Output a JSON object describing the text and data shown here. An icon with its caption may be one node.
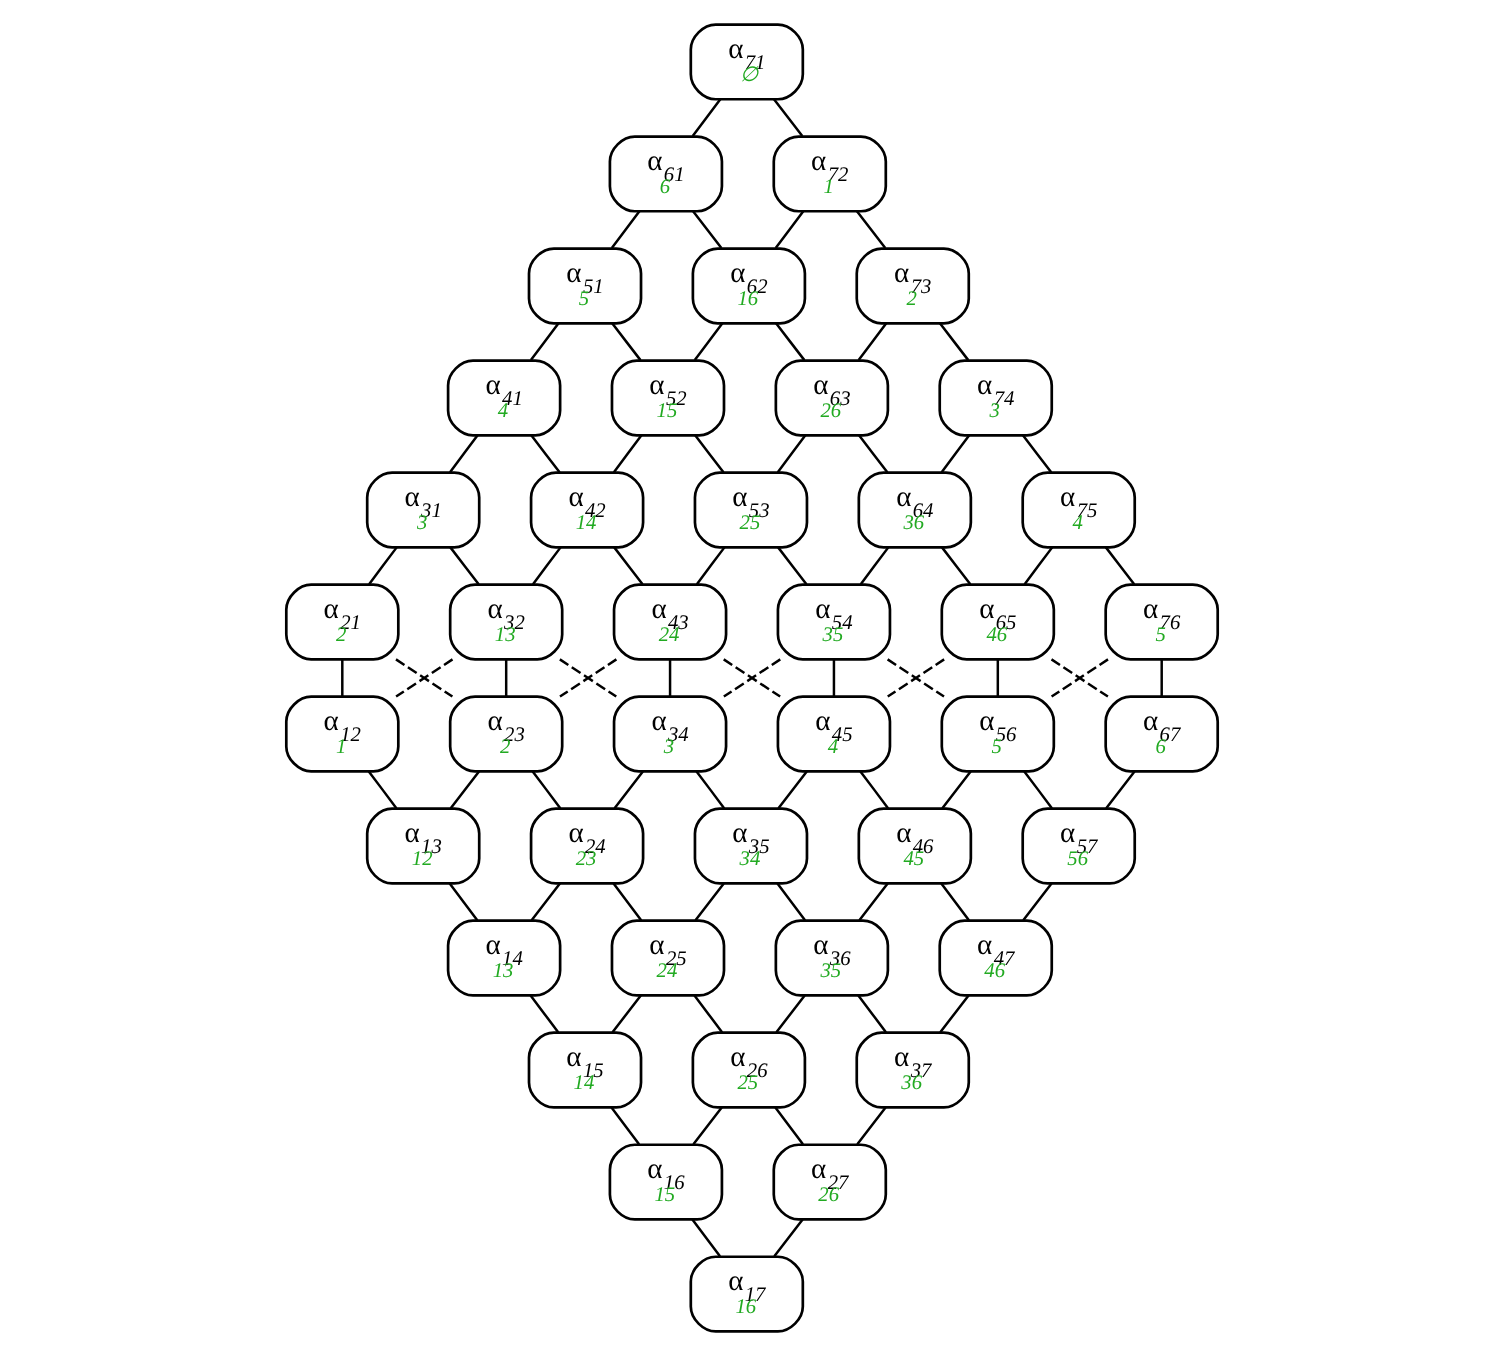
{
  "diagram": {
    "nodes": [
      {
        "text": [
          "α$_{71}$",
          "∅"
        ]
      },
      {
        "text": [
          "α$_{61}$",
          "6"
        ]
      },
      {
        "text": [
          "α$_{72}$",
          "1"
        ]
      },
      {
        "text": [
          "α$_{51}$",
          "5"
        ]
      },
      {
        "text": [
          "α$_{62}$",
          "16"
        ]
      },
      {
        "text": [
          "α$_{73}$",
          "2"
        ]
      },
      {
        "text": [
          "α$_{41}$",
          "4"
        ]
      },
      {
        "text": [
          "α$_{52}$",
          "15"
        ]
      },
      {
        "text": [
          "α$_{63}$",
          "26"
        ]
      },
      {
        "text": [
          "α$_{74}$",
          "3"
        ]
      },
      {
        "text": [
          "α$_{31}$",
          "3"
        ]
      },
      {
        "text": [
          "α$_{42}$",
          "14"
        ]
      },
      {
        "text": [
          "α$_{53}$",
          "25"
        ]
      },
      {
        "text": [
          "α$_{64}$",
          "36"
        ]
      },
      {
        "text": [
          "α$_{75}$",
          "4"
        ]
      },
      {
        "text": [
          "α$_{21}$",
          "2"
        ]
      },
      {
        "text": [
          "α$_{32}$",
          "13"
        ]
      },
      {
        "text": [
          "α$_{43}$",
          "24"
        ]
      },
      {
        "text": [
          "α$_{54}$",
          "35"
        ]
      },
      {
        "text": [
          "α$_{65}$",
          "46"
        ]
      },
      {
        "text": [
          "α$_{76}$",
          "5"
        ]
      },
      {
        "text": [
          "α$_{12}$",
          "1"
        ]
      },
      {
        "text": [
          "α$_{23}$",
          "2"
        ]
      },
      {
        "text": [
          "α$_{34}$",
          "3"
        ]
      },
      {
        "text": [
          "α$_{45}$",
          "4"
        ]
      },
      {
        "text": [
          "α$_{56}$",
          "5"
        ]
      },
      {
        "text": [
          "α$_{67}$",
          "6"
        ]
      },
      {
        "text": [
          "α$_{13}$",
          "12"
        ]
      },
      {
        "text": [
          "α$_{24}$",
          "23"
        ]
      },
      {
        "text": [
          "α$_{35}$",
          "34"
        ]
      },
      {
        "text": [
          "α$_{46}$",
          "45"
        ]
      },
      {
        "text": [
          "α$_{57}$",
          "56"
        ]
      },
      {
        "text": [
          "α$_{14}$",
          "13"
        ]
      },
      {
        "text": [
          "α$_{25}$",
          "24"
        ]
      },
      {
        "text": [
          "α$_{36}$",
          "35"
        ]
      },
      {
        "text": [
          "α$_{47}$",
          "46"
        ]
      },
      {
        "text": [
          "α$_{15}$",
          "14"
        ]
      },
      {
        "text": [
          "α$_{26}$",
          "25"
        ]
      },
      {
        "text": [
          "α$_{37}$",
          "36"
        ]
      },
      {
        "text": [
          "α$_{16}$",
          "15"
        ]
      },
      {
        "text": [
          "α$_{27}$",
          "26"
        ]
      },
      {
        "text": [
          "α$_{17}$",
          "16"
        ]
      }
    ],
    "edges": [
      {
        "from": 0,
        "to": 1,
        "arrow": "none"
      },
      {
        "from": 0,
        "to": 2,
        "arrow": "none"
      },
      {
        "from": 1,
        "to": 3,
        "arrow": "none"
      },
      {
        "from": 1,
        "to": 4,
        "arrow": "none"
      },
      {
        "from": 2,
        "to": 4,
        "arrow": "none"
      },
      {
        "from": 2,
        "to": 5,
        "arrow": "none"
      },
      {
        "from": 3,
        "to": 6,
        "arrow": "none"
      },
      {
        "from": 3,
        "to": 7,
        "arrow": "none"
      },
      {
        "from": 4,
        "to": 7,
        "arrow": "none"
      },
      {
        "from": 4,
        "to": 8,
        "arrow": "none"
      },
      {
        "from": 5,
        "to": 8,
        "arrow": "none"
      },
      {
        "from": 5,
        "to": 9,
        "arrow": "none"
      },
      {
        "from": 6,
        "to": 10,
        "arrow": "none"
      },
      {
        "from": 6,
        "to": 11,
        "arrow": "none"
      },
      {
        "from": 7,
        "to": 11,
        "arrow": "none"
      },
      {
        "from": 7,
        "to": 12,
        "arrow": "none"
      },
      {
        "from": 8,
        "to": 12,
        "arrow": "none"
      },
      {
        "from": 8,
        "to": 13,
        "arrow": "none"
      },
      {
        "from": 9,
        "to": 13,
        "arrow": "none"
      },
      {
        "from": 9,
        "to": 14,
        "arrow": "none"
      },
      {
        "from": 10,
        "to": 15,
        "arrow": "none"
      },
      {
        "from": 10,
        "to": 16,
        "arrow": "none"
      },
      {
        "from": 11,
        "to": 16,
        "arrow": "none"
      },
      {
        "from": 11,
        "to": 17,
        "arrow": "none"
      },
      {
        "from": 12,
        "to": 17,
        "arrow": "none"
      },
      {
        "from": 12,
        "to": 18,
        "arrow": "none"
      },
      {
        "from": 13,
        "to": 18,
        "arrow": "none"
      },
      {
        "from": 13,
        "to": 19,
        "arrow": "none"
      },
      {
        "from": 14,
        "to": 19,
        "arrow": "none"
      },
      {
        "from": 14,
        "to": 20,
        "arrow": "none"
      },
      {
        "from": 15,
        "to": 21,
        "arrow": "none"
      },
      {
        "from": 16,
        "to": 22,
        "arrow": "none"
      },
      {
        "from": 17,
        "to": 23,
        "arrow": "none"
      },
      {
        "from": 18,
        "to": 24,
        "arrow": "none"
      },
      {
        "from": 19,
        "to": 25,
        "arrow": "none"
      },
      {
        "from": 20,
        "to": 26,
        "arrow": "none"
      },
      {
        "from": 15,
        "to": 22,
        "arrow": "none",
        "style": "dashed"
      },
      {
        "from": 16,
        "to": 21,
        "arrow": "none",
        "style": "dashed"
      },
      {
        "from": 16,
        "to": 23,
        "arrow": "none",
        "style": "dashed"
      },
      {
        "from": 17,
        "to": 22,
        "arrow": "none",
        "style": "dashed"
      },
      {
        "from": 17,
        "to": 24,
        "arrow": "none",
        "style": "dashed"
      },
      {
        "from": 18,
        "to": 23,
        "arrow": "none",
        "style": "dashed"
      },
      {
        "from": 18,
        "to": 25,
        "arrow": "none",
        "style": "dashed"
      },
      {
        "from": 19,
        "to": 24,
        "arrow": "none",
        "style": "dashed"
      },
      {
        "from": 19,
        "to": 26,
        "arrow": "none",
        "style": "dashed"
      },
      {
        "from": 20,
        "to": 25,
        "arrow": "none",
        "style": "dashed"
      },
      {
        "from": 21,
        "to": 27,
        "arrow": "none"
      },
      {
        "from": 22,
        "to": 27,
        "arrow": "none"
      },
      {
        "from": 22,
        "to": 28,
        "arrow": "none"
      },
      {
        "from": 23,
        "to": 28,
        "arrow": "none"
      },
      {
        "from": 23,
        "to": 29,
        "arrow": "none"
      },
      {
        "from": 24,
        "to": 29,
        "arrow": "none"
      },
      {
        "from": 24,
        "to": 30,
        "arrow": "none"
      },
      {
        "from": 25,
        "to": 30,
        "arrow": "none"
      },
      {
        "from": 25,
        "to": 31,
        "arrow": "none"
      },
      {
        "from": 26,
        "to": 31,
        "arrow": "none"
      },
      {
        "from": 27,
        "to": 32,
        "arrow": "none"
      },
      {
        "from": 28,
        "to": 32,
        "arrow": "none"
      },
      {
        "from": 28,
        "to": 33,
        "arrow": "none"
      },
      {
        "from": 29,
        "to": 33,
        "arrow": "none"
      },
      {
        "from": 29,
        "to": 34,
        "arrow": "none"
      },
      {
        "from": 30,
        "to": 34,
        "arrow": "none"
      },
      {
        "from": 30,
        "to": 35,
        "arrow": "none"
      },
      {
        "from": 31,
        "to": 35,
        "arrow": "none"
      },
      {
        "from": 32,
        "to": 36,
        "arrow": "none"
      },
      {
        "from": 33,
        "to": 36,
        "arrow": "none"
      },
      {
        "from": 33,
        "to": 37,
        "arrow": "none"
      },
      {
        "from": 34,
        "to": 37,
        "arrow": "none"
      },
      {
        "from": 34,
        "to": 38,
        "arrow": "none"
      },
      {
        "from": 35,
        "to": 38,
        "arrow": "none"
      },
      {
        "from": 36,
        "to": 39,
        "arrow": "none"
      },
      {
        "from": 37,
        "to": 39,
        "arrow": "none"
      },
      {
        "from": 37,
        "to": 40,
        "arrow": "none"
      },
      {
        "from": 38,
        "to": 40,
        "arrow": "none"
      },
      {
        "from": 39,
        "to": 41,
        "arrow": "none"
      },
      {
        "from": 40,
        "to": 41,
        "arrow": "none"
      }
    ]
  }
}
